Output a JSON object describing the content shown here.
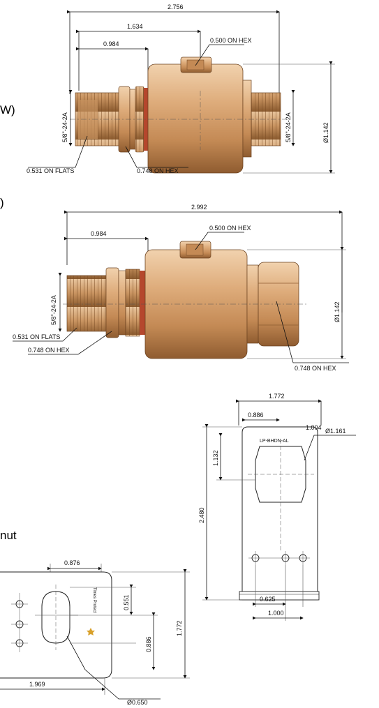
{
  "edge_labels": {
    "top": "W)",
    "middle": ")",
    "bottom": "nut"
  },
  "colors": {
    "brass": "#d8a574",
    "brass_dark": "#a8703e",
    "brass_light": "#f1d2ae",
    "copper": "#b5472d",
    "line": "#111111"
  },
  "drawing_top": {
    "overall_length": "2.756",
    "mid_length": "1.634",
    "left_length": "0.984",
    "hex_top": "0.500 ON HEX",
    "thread_left": "5/8\"-24-2A",
    "thread_right": "5/8\"-24-2A",
    "diameter": "Ø1.142",
    "flats": "0.531 ON FLATS",
    "hex_bottom": "0.748 ON HEX"
  },
  "drawing_middle": {
    "overall_length": "2.992",
    "left_length": "0.984",
    "hex_top": "0.500 ON HEX",
    "thread_left": "5/8\"-24-2A",
    "diameter": "Ø1.142",
    "flats": "0.531 ON FLATS",
    "hex_left": "0.748 ON HEX",
    "hex_right": "0.748 ON HEX"
  },
  "bracket_vertical": {
    "width": "1.772",
    "half": "0.886",
    "offset": "1.004",
    "hole_dia": "Ø1.161",
    "part_label": "LP-BHDN-AL",
    "height": "2.480",
    "center_height": "1.132",
    "hole_spacing_a": "0.625",
    "hole_spacing_b": "1.000"
  },
  "bracket_horizontal": {
    "top_dim": "0.876",
    "v_dim": "0.551",
    "v_dim2": "0.886",
    "height": "1.772",
    "length": "1.969",
    "hole_dia": "Ø0.650",
    "brand": "Times Protect"
  }
}
